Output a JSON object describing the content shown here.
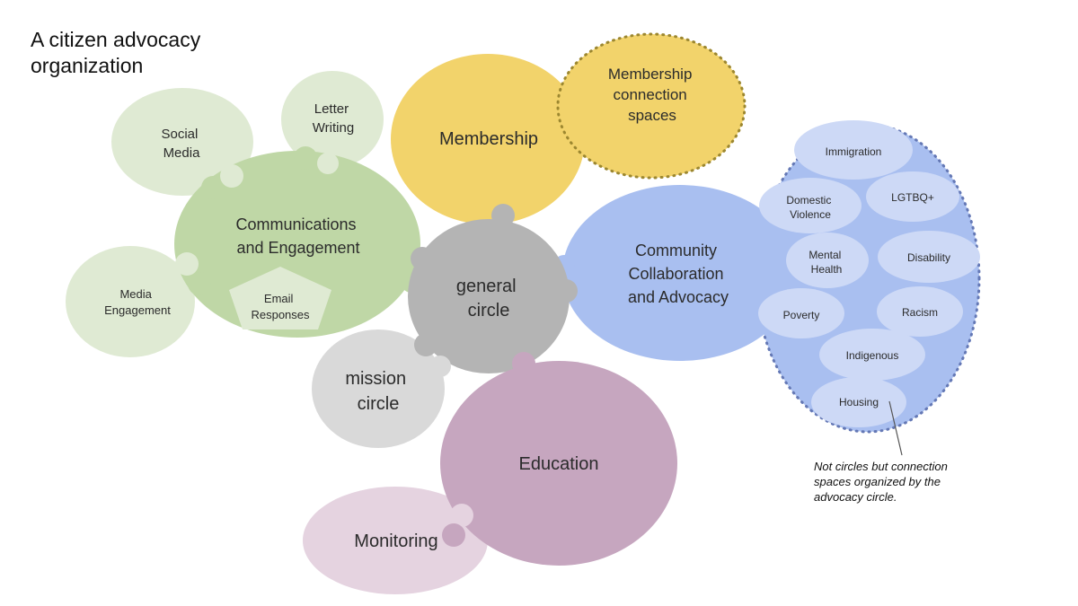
{
  "title": "A citizen advocacy organization",
  "note": "Not circles but connection spaces organized by the advocacy circle.",
  "colors": {
    "green_dark": "#bfd7a6",
    "green_light": "#dfead3",
    "yellow": "#f2d36b",
    "blue": "#a9bff0",
    "blue_pill": "#cdd9f6",
    "gray_dark": "#b4b4b4",
    "gray_light": "#d9d9d9",
    "mauve": "#c6a6bf",
    "mauve_light": "#e5d3e0"
  },
  "circles": {
    "social_media": [
      "Social",
      "Media"
    ],
    "letter_writing": [
      "Letter",
      "Writing"
    ],
    "communications": [
      "Communications",
      "and Engagement"
    ],
    "email_responses": [
      "Email",
      "Responses"
    ],
    "media_engagement": [
      "Media",
      "Engagement"
    ],
    "membership": "Membership",
    "membership_spaces": [
      "Membership",
      "connection",
      "spaces"
    ],
    "general": [
      "general",
      "circle"
    ],
    "community": [
      "Community",
      "Collaboration",
      "and Advocacy"
    ],
    "mission": [
      "mission",
      "circle"
    ],
    "education": "Education",
    "monitoring": "Monitoring"
  },
  "advocacy_spaces": {
    "immigration": "Immigration",
    "domestic_violence": [
      "Domestic",
      "Violence"
    ],
    "lgtbq": "LGTBQ+",
    "mental_health": [
      "Mental",
      "Health"
    ],
    "disability": "Disability",
    "poverty": "Poverty",
    "racism": "Racism",
    "indigenous": "Indigenous",
    "housing": "Housing"
  }
}
